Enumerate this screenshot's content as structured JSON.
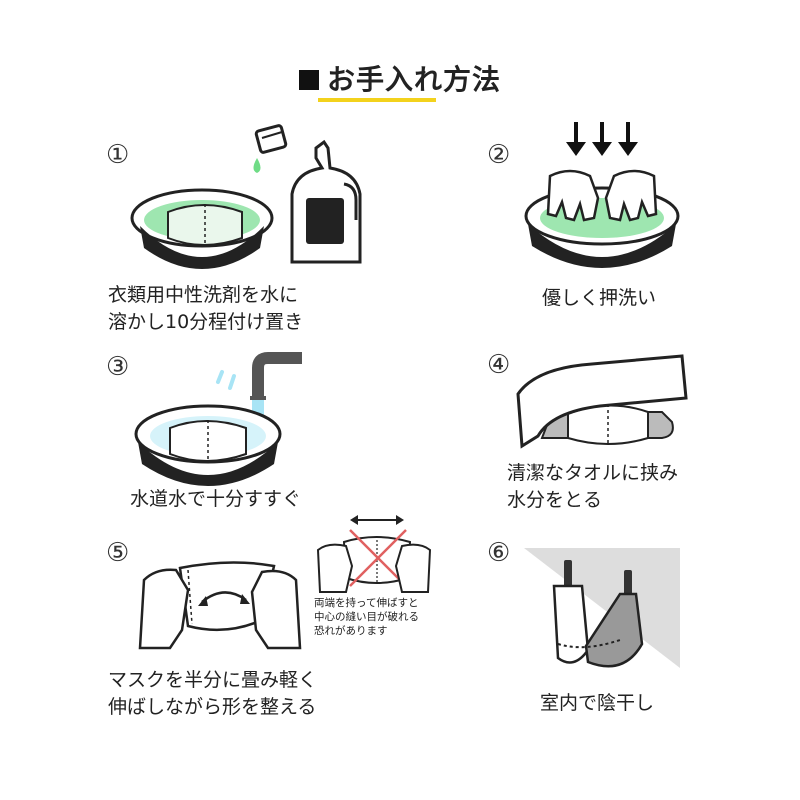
{
  "title": "お手入れ方法",
  "steps": [
    {
      "num": "①",
      "lines": [
        "衣類用中性洗剤を水に",
        "溶かし10分程付け置き"
      ]
    },
    {
      "num": "②",
      "lines": [
        "優しく押洗い"
      ]
    },
    {
      "num": "③",
      "lines": [
        "水道水で十分すすぐ"
      ]
    },
    {
      "num": "④",
      "lines": [
        "清潔なタオルに挟み",
        "水分をとる"
      ]
    },
    {
      "num": "⑤",
      "lines": [
        "マスクを半分に畳み軽く",
        "伸ばしながら形を整える"
      ]
    },
    {
      "num": "⑥",
      "lines": [
        "室内で陰干し"
      ]
    }
  ],
  "warning": {
    "lines": [
      "両端を持って伸ばすと",
      "中心の縫い目が破れる",
      "恐れがあります"
    ]
  },
  "colors": {
    "accent": "#f3d21c",
    "water": "#9ee6b0",
    "rinse": "#a8e4f5",
    "outline": "#222222"
  },
  "icons": [
    "basin-icon",
    "detergent-bottle-icon",
    "cap-icon",
    "drop-icon",
    "hands-icon",
    "down-arrows-icon",
    "faucet-icon",
    "towel-icon",
    "mask-icon",
    "cross-icon",
    "double-arrow-icon",
    "clothespin-icon"
  ]
}
